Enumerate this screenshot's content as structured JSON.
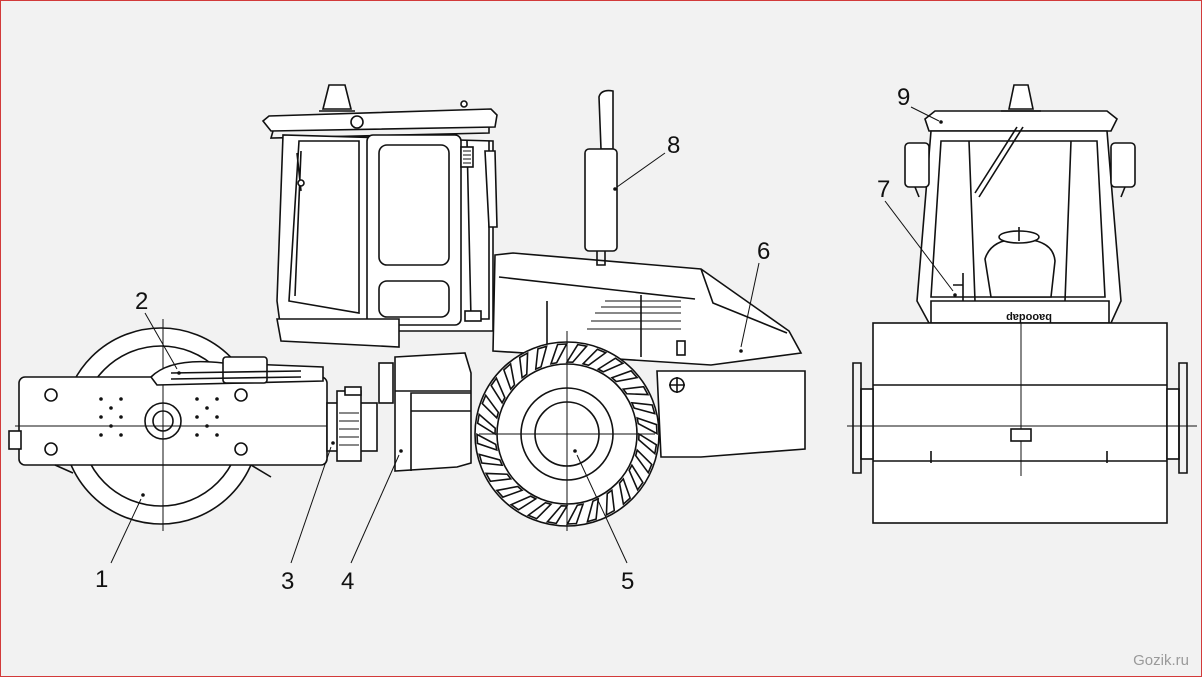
{
  "callouts": [
    {
      "id": "1",
      "label": "1"
    },
    {
      "id": "2",
      "label": "2"
    },
    {
      "id": "3",
      "label": "3"
    },
    {
      "id": "4",
      "label": "4"
    },
    {
      "id": "5",
      "label": "5"
    },
    {
      "id": "6",
      "label": "6"
    },
    {
      "id": "7",
      "label": "7"
    },
    {
      "id": "8",
      "label": "8"
    },
    {
      "id": "9",
      "label": "9"
    }
  ],
  "badge_text": "dɐpooɐq",
  "watermark": "Gozik.ru",
  "colors": {
    "background": "#f2f2f2",
    "line": "#111111",
    "frame_border": "#d23a3a",
    "watermark": "#9a9a9a"
  }
}
